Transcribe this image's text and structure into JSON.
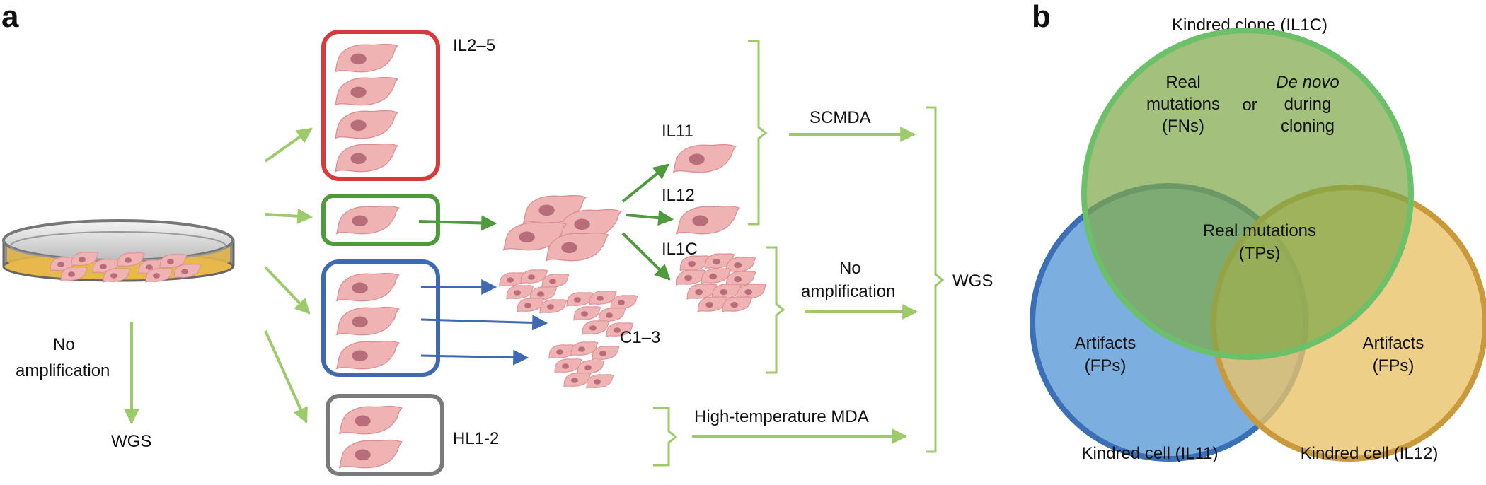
{
  "panel_a": {
    "panel_label": "a",
    "groups": {
      "red": "IL2–5",
      "gray": "HL1-2"
    },
    "single_cells": {
      "il11": "IL11",
      "il12": "IL12",
      "il1c": "IL1C",
      "c13": "C1–3"
    },
    "methods": {
      "scmda": "SCMDA",
      "no_amp_1": "No",
      "no_amp_2": "amplification",
      "high_temp": "High-temperature MDA",
      "wgs": "WGS"
    },
    "bulk": {
      "no_amp_1": "No",
      "no_amp_2": "amplification",
      "wgs": "WGS"
    },
    "colors": {
      "red_box": "#d63a3a",
      "green_box": "#4e9a3c",
      "blue_box": "#3f6ab1",
      "gray_box": "#7a7a7a",
      "arrow_light": "#9dca6a",
      "arrow_dark": "#4e9a3c",
      "arrow_blue": "#3f6ab1",
      "cell_fill": "#f0b3b3",
      "nucleus_fill": "#b86e7a",
      "media_fill": "#e8b84a"
    }
  },
  "panel_b": {
    "panel_label": "b",
    "top_label": "Kindred clone (IL1C)",
    "left_label": "Kindred cell (IL11)",
    "right_label": "Kindred cell (IL12)",
    "top_region": {
      "line1": "Real",
      "line2": "mutations",
      "line3": "(FNs)",
      "or": "or",
      "dn_line1": "De novo",
      "dn_line2": "during",
      "dn_line3": "cloning"
    },
    "center": {
      "line1": "Real mutations",
      "line2": "(TPs)"
    },
    "left_region": {
      "line1": "Artifacts",
      "line2": "(FPs)"
    },
    "right_region": {
      "line1": "Artifacts",
      "line2": "(FPs)"
    },
    "colors": {
      "green_circle": "#7fb24a",
      "green_stroke": "#6cc06a",
      "blue_circle": "#5f9ed8",
      "blue_stroke": "#3b6fb6",
      "yellow_circle": "#e8c36a",
      "yellow_stroke": "#c99a3c"
    }
  }
}
